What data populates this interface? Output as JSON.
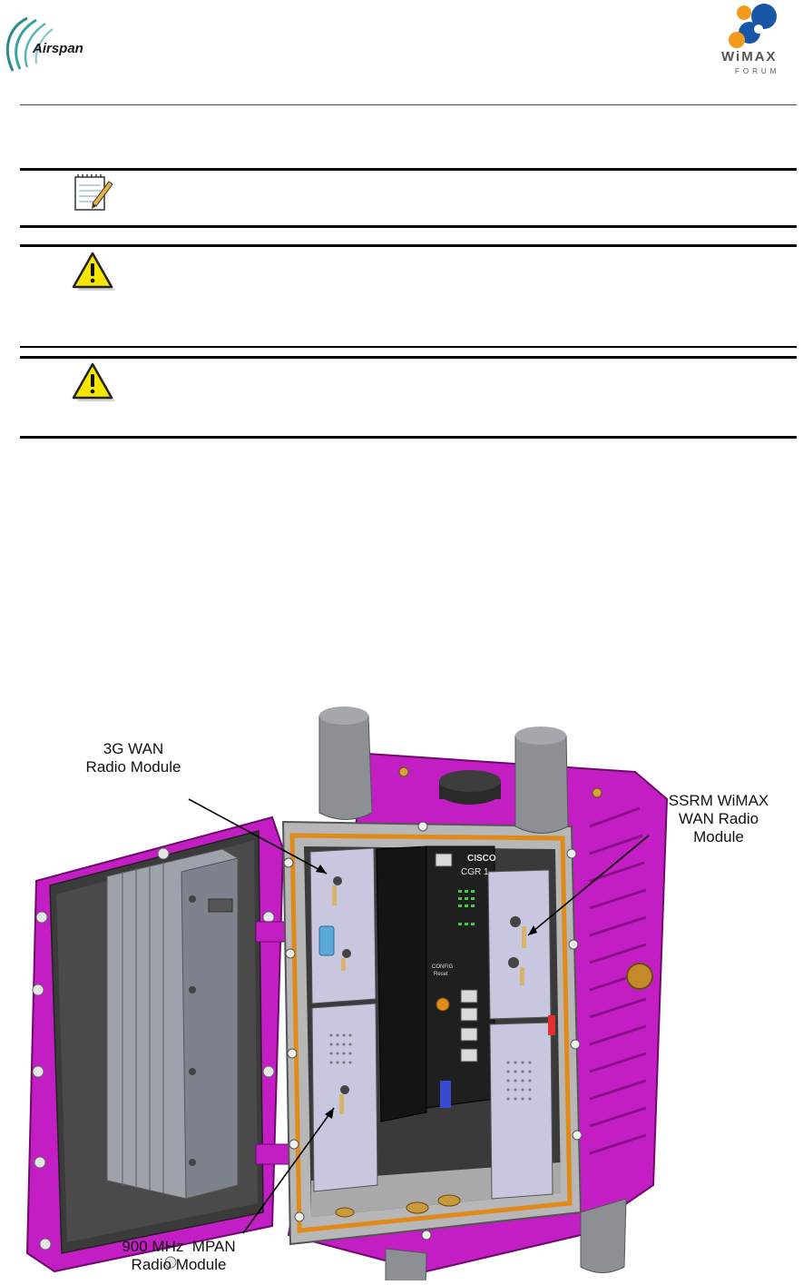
{
  "header": {
    "airspan_logo_text": "Airspan",
    "wimax_logo_text": "WiMAX",
    "wimax_logo_subtext": "FORUM",
    "colors": {
      "wimax_orange": "#f39a1c",
      "wimax_blue": "#1a56a8",
      "airspan_teal": "#2e8a8a"
    }
  },
  "notices": [
    {
      "type": "note",
      "icon": "notepad-icon"
    },
    {
      "type": "warning",
      "icon": "warning-icon"
    },
    {
      "type": "warning",
      "icon": "warning-icon"
    }
  ],
  "figure": {
    "callouts": {
      "wan_3g_line1": "3G WAN",
      "wan_3g_line2": "Radio Module",
      "ssrm_line1": "SSRM WiMAX",
      "ssrm_line2": "WAN Radio",
      "ssrm_line3": "Module",
      "mpan_line1": "900 MHz  MPAN",
      "mpan_line2": "Radio Module"
    },
    "device_labels": {
      "brand": "CISCO",
      "model": "CGR 1",
      "config": "CONFIG",
      "reset": "Reset"
    },
    "colors": {
      "enclosure": "#c31ec3",
      "gasket": "#e08a1a",
      "module": "#c9c6e0",
      "antenna": "#8c8f94"
    }
  }
}
